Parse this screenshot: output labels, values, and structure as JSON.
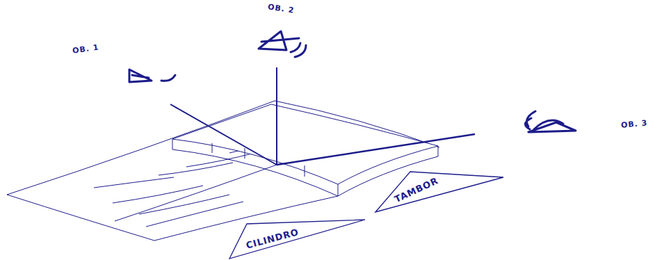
{
  "diagram": {
    "nodes": [
      {
        "text": [
          "TAMBOR"
        ]
      },
      {
        "text": [
          "CILINDRO"
        ]
      }
    ],
    "labels": [
      "OB. 1",
      "OB. 2",
      "OB. 3"
    ]
  }
}
